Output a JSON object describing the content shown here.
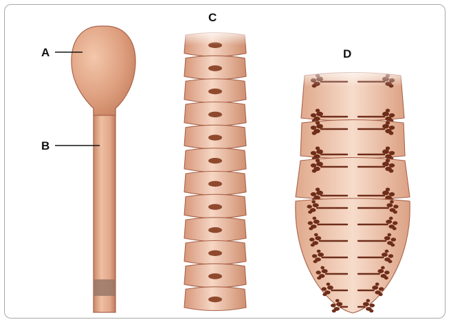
{
  "labels": {
    "a": "A",
    "b": "B",
    "c": "C",
    "d": "D"
  },
  "colors": {
    "tissue_light": "#f6d6c4",
    "tissue_mid": "#e9b399",
    "tissue_dark": "#c98764",
    "outline": "#a8624a",
    "nucleus": "#8f4a2e",
    "chromatin": "#6e2d19",
    "band": "#9a7768"
  },
  "structures": {
    "c_segment_count": 12,
    "d_chromatin_rows_per_section": [
      2,
      2,
      2,
      7
    ]
  }
}
